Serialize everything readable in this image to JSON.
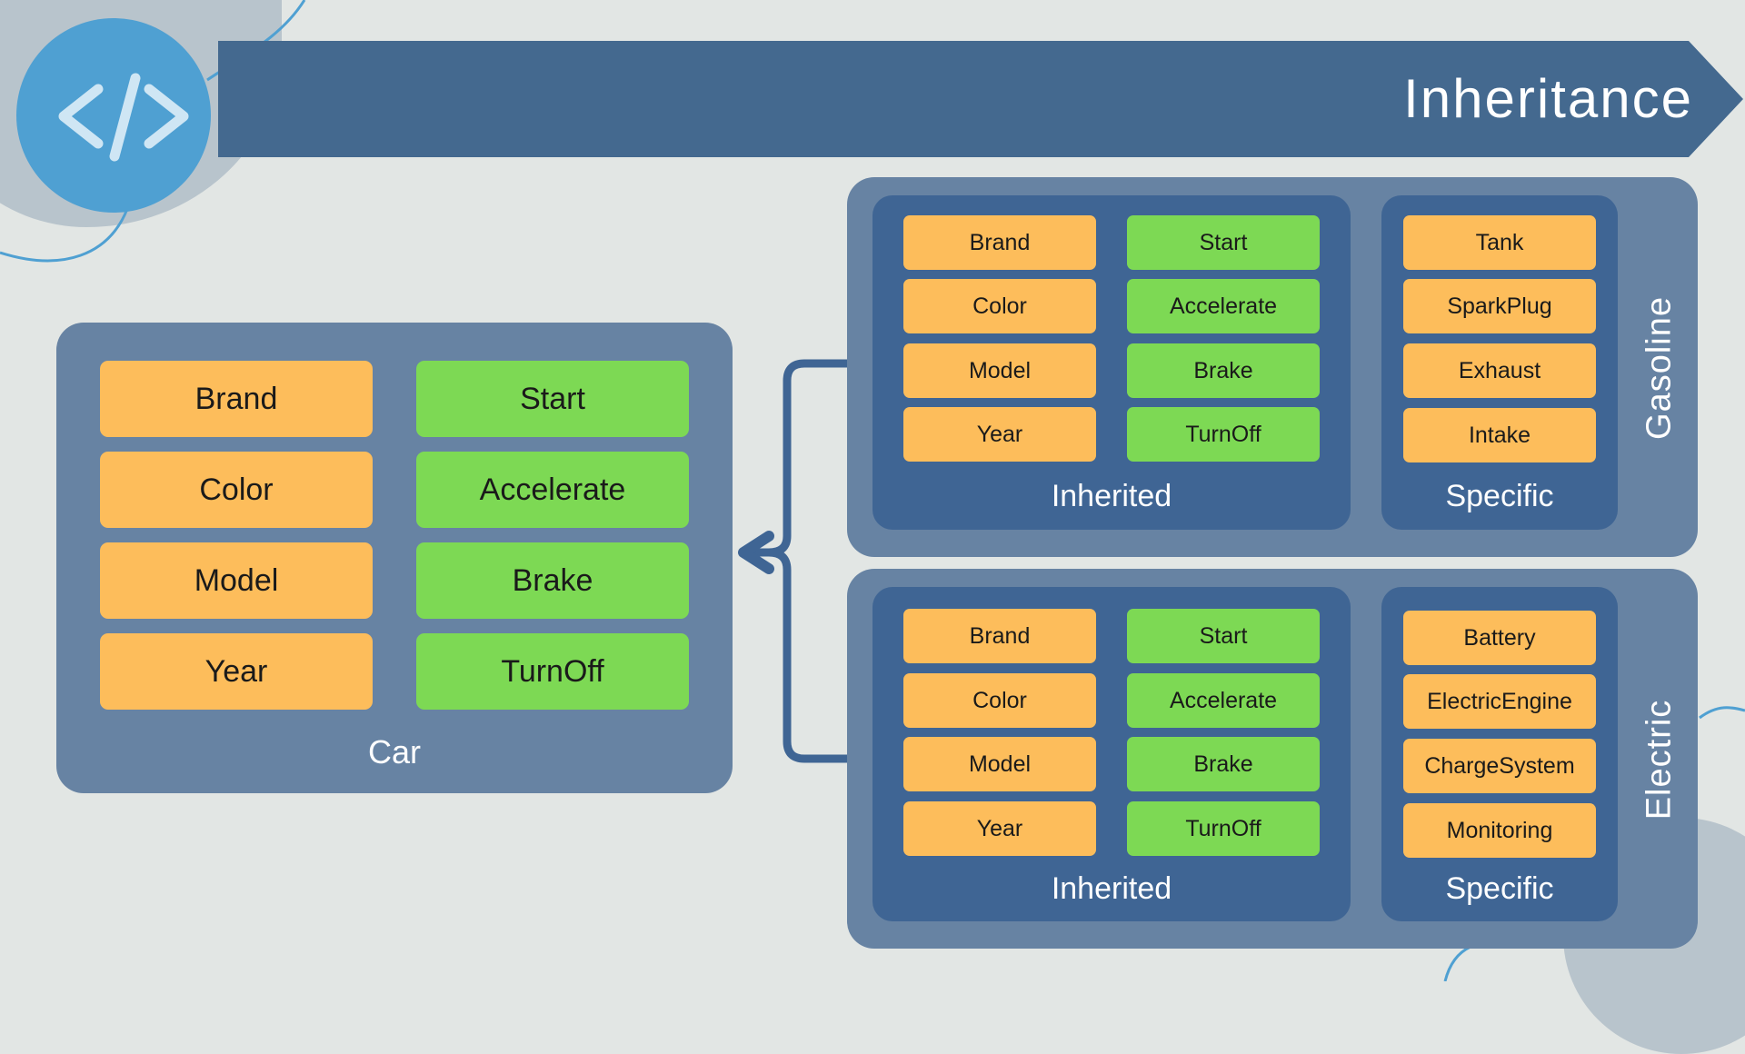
{
  "title": "Inheritance",
  "logo": {
    "icon": "code-brackets-icon"
  },
  "colors": {
    "banner": "#44698f",
    "panel": "#6783a3",
    "inner": "#3f6594",
    "attribute": "#fdbd5b",
    "method": "#7dd954",
    "logo": "#4fa0d2"
  },
  "car": {
    "label": "Car",
    "attributes": [
      "Brand",
      "Color",
      "Model",
      "Year"
    ],
    "methods": [
      "Start",
      "Accelerate",
      "Brake",
      "TurnOff"
    ]
  },
  "gasoline": {
    "label": "Gasoline",
    "inherited_label": "Inherited",
    "specific_label": "Specific",
    "attributes": [
      "Brand",
      "Color",
      "Model",
      "Year"
    ],
    "methods": [
      "Start",
      "Accelerate",
      "Brake",
      "TurnOff"
    ],
    "specific": [
      "Tank",
      "SparkPlug",
      "Exhaust",
      "Intake"
    ]
  },
  "electric": {
    "label": "Electric",
    "inherited_label": "Inherited",
    "specific_label": "Specific",
    "attributes": [
      "Brand",
      "Color",
      "Model",
      "Year"
    ],
    "methods": [
      "Start",
      "Accelerate",
      "Brake",
      "TurnOff"
    ],
    "specific": [
      "Battery",
      "ElectricEngine",
      "ChargeSystem",
      "Monitoring"
    ]
  }
}
